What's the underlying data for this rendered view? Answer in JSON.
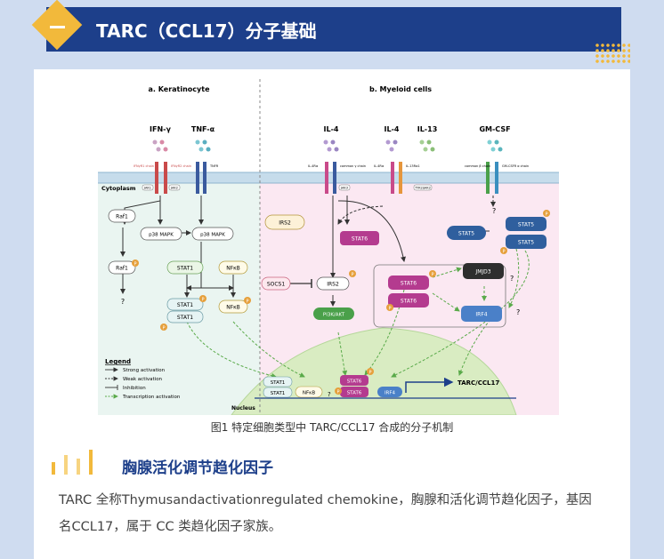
{
  "header": {
    "index_mark": "一",
    "title": "TARC（CCL17）分子基础"
  },
  "figure": {
    "panel_a": "a. Keratinocyte",
    "panel_b": "b. Myeloid cells",
    "ligands": {
      "ifng": "IFN-γ",
      "tnfa": "TNF-α",
      "il4_a": "IL-4",
      "il4_b": "IL-4",
      "il13": "IL-13",
      "gmcsf": "GM-CSF"
    },
    "receptor_labels": {
      "ifngr1": "IFNγR1 chain",
      "ifngr2": "IFNγR2 chain",
      "tnfr": "TNFR",
      "il4ra_1": "IL-4Rα",
      "gamma_c": "common γ chain",
      "il4ra_2": "IL-4Rα",
      "il13ra1": "IL-13Rα1",
      "common_beta": "common β chain",
      "gmcsfr": "GM-CSFR α chain"
    },
    "kinases": {
      "jak1": "JAK1",
      "jak2": "JAK2",
      "tyk2": "TYK2/JAK2",
      "jak3": "JAK3"
    },
    "cytoplasm": "Cytoplasm",
    "nucleus": "Nucleus",
    "nodes": {
      "raf1_top": "Raf1",
      "raf1_bottom": "Raf1",
      "q1": "?",
      "p38_left": "p38 MAPK",
      "p38_right": "p38 MAPK",
      "stat1_top": "STAT1",
      "nfkb_top": "NFκB",
      "stat1_mid1": "STAT1",
      "stat1_mid2": "STAT1",
      "nfkb_mid": "NFκB",
      "irs2_top": "IRS2",
      "stat6_top": "STAT6",
      "socs1": "SOCS1",
      "irs2_mid": "IRS2",
      "pi3k": "PI3K/AKT",
      "stat6_mid1": "STAT6",
      "stat6_mid2": "STAT6",
      "jmjd3": "JMJD3",
      "irf4": "IRF4",
      "q2": "?",
      "q3": "?",
      "q4": "?",
      "stat5_left": "STAT5",
      "stat5_r1": "STAT5",
      "stat5_r2": "STAT5",
      "n_stat1a": "STAT1",
      "n_stat1b": "STAT1",
      "n_nfkb": "NFκB",
      "n_stat6a": "STAT6",
      "n_stat6b": "STAT6",
      "n_irf4": "IRF4",
      "n_q": "?",
      "target": "TARC/CCL17"
    },
    "legend": {
      "title": "Legend",
      "items": [
        "Strong activation",
        "Weak activation",
        "Inhibition",
        "Transcription activation"
      ]
    },
    "p_label": "P"
  },
  "caption": "图1 特定细胞类型中 TARC/CCL17 合成的分子机制",
  "section": {
    "title": "胸腺活化调节趋化因子"
  },
  "paragraph": "TARC 全称Thymusandactivationregulated chemokine，胸腺和活化调节趋化因子，基因名CCL17，属于 CC 类趋化因子家族。",
  "colors": {
    "header_bg": "#1d3f8a",
    "accent": "#f2b93b",
    "page_bg": "#cfdcf0",
    "stat6": "#b43b8f",
    "stat5": "#2f5f9e",
    "pi3k": "#4aa04a",
    "irf4": "#4a80c8"
  }
}
